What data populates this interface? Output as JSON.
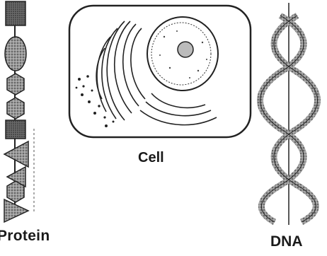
{
  "labels": {
    "protein": "Protein",
    "cell": "Cell",
    "dna": "DNA"
  },
  "colors": {
    "ink": "#1a1a1a",
    "shape_fill": "#8a8a8a",
    "shape_fill_dark": "#555555",
    "background": "#ffffff"
  },
  "protein_chain": [
    "square",
    "ellipse",
    "hexagon",
    "hexagon",
    "square",
    "triangle-left",
    "triangle-right",
    "hexagon",
    "triangle-right"
  ]
}
